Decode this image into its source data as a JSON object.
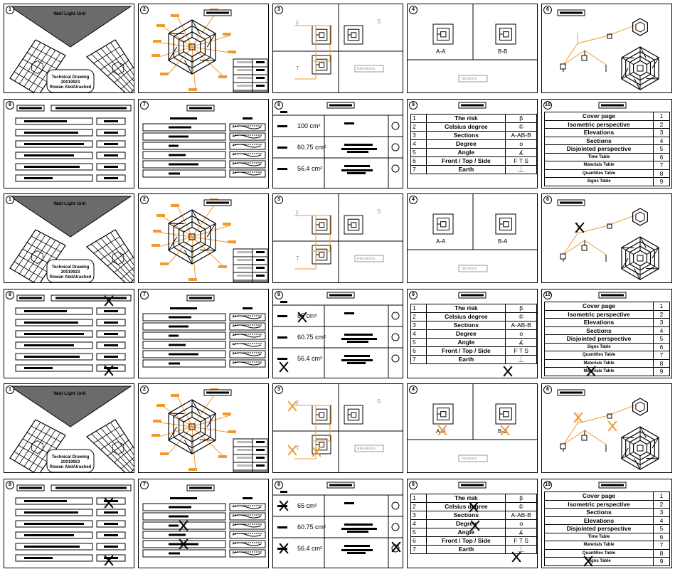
{
  "colors": {
    "accent": "#f29a2e",
    "title_bar": "#6b6b6b",
    "line": "#000000",
    "label_gray": "#9b9b9b"
  },
  "panel_numbers": [
    "1",
    "2",
    "3",
    "4",
    "6",
    "8",
    "7",
    "8",
    "9",
    "10"
  ],
  "cover": {
    "title": "Wall Light Unit",
    "subtitle": "Technical Drawing",
    "id": "20019923",
    "author": "Rowan AbdAlrashed"
  },
  "elevations": {
    "front": "F",
    "side": "S",
    "top": "T",
    "label": "Elevations"
  },
  "sections": {
    "a": "A-A",
    "b": "B-B",
    "label": "Sections"
  },
  "materials": {
    "areas": [
      "100 cm²",
      "60.75 cm²",
      "56.4 cm²"
    ]
  },
  "legend_rows": [
    {
      "n": "1",
      "name": "The risk",
      "symbol": "β"
    },
    {
      "n": "2",
      "name": "Celsius degree",
      "symbol": "©"
    },
    {
      "n": "3",
      "name": "Sections",
      "symbol": "A-AB-B"
    },
    {
      "n": "4",
      "name": "Degree",
      "symbol": "o"
    },
    {
      "n": "5",
      "name": "Angle",
      "symbol": "∡"
    },
    {
      "n": "6",
      "name": "Front / Top / Side",
      "symbol": "F T S"
    },
    {
      "n": "7",
      "name": "Earth",
      "symbol": "⏊"
    }
  ],
  "contents_rows": [
    {
      "name": "Cover page",
      "no": "1",
      "small": false
    },
    {
      "name": "Isometric perspective",
      "no": "2",
      "small": false
    },
    {
      "name": "Elevations",
      "no": "3",
      "small": false
    },
    {
      "name": "Sections",
      "no": "4",
      "small": false
    },
    {
      "name": "Disjointed perspective",
      "no": "5",
      "small": false
    },
    {
      "name": "Time Table",
      "no": "6",
      "small": true
    },
    {
      "name": "Materials Table",
      "no": "7",
      "small": true
    },
    {
      "name": "Quantities Table",
      "no": "8",
      "small": true
    },
    {
      "name": "Signs Table",
      "no": "9",
      "small": true
    }
  ],
  "variants": [
    {
      "areas": [
        "100 cm²",
        "60.75 cm²",
        "56.4 cm²"
      ],
      "contents_order": [
        "Cover page",
        "Isometric perspective",
        "Elevations",
        "Sections",
        "Disjointed perspective",
        "Time Table",
        "Materials Table",
        "Quantities Table",
        "Signs Table"
      ],
      "section_b": "B-B"
    },
    {
      "areas": [
        "85 cm²",
        "60.75 cm²",
        "56.4 cm²"
      ],
      "contents_order": [
        "Cover page",
        "Isometric perspective",
        "Elevations",
        "Sections",
        "Disjointed perspective",
        "Signs Table",
        "Quantities Table",
        "Materials Table",
        "Materials Table"
      ],
      "section_b": "B-A"
    },
    {
      "areas": [
        "65 cm²",
        "60.75 cm²",
        "56.4 cm²"
      ],
      "contents_order": [
        "Cover page",
        "Isometric perspective",
        "Sections",
        "Elevations",
        "Disjointed perspective",
        "Time Table",
        "Materials Table",
        "Quantities Table",
        "Signs Table"
      ],
      "section_b": "B-B"
    }
  ]
}
